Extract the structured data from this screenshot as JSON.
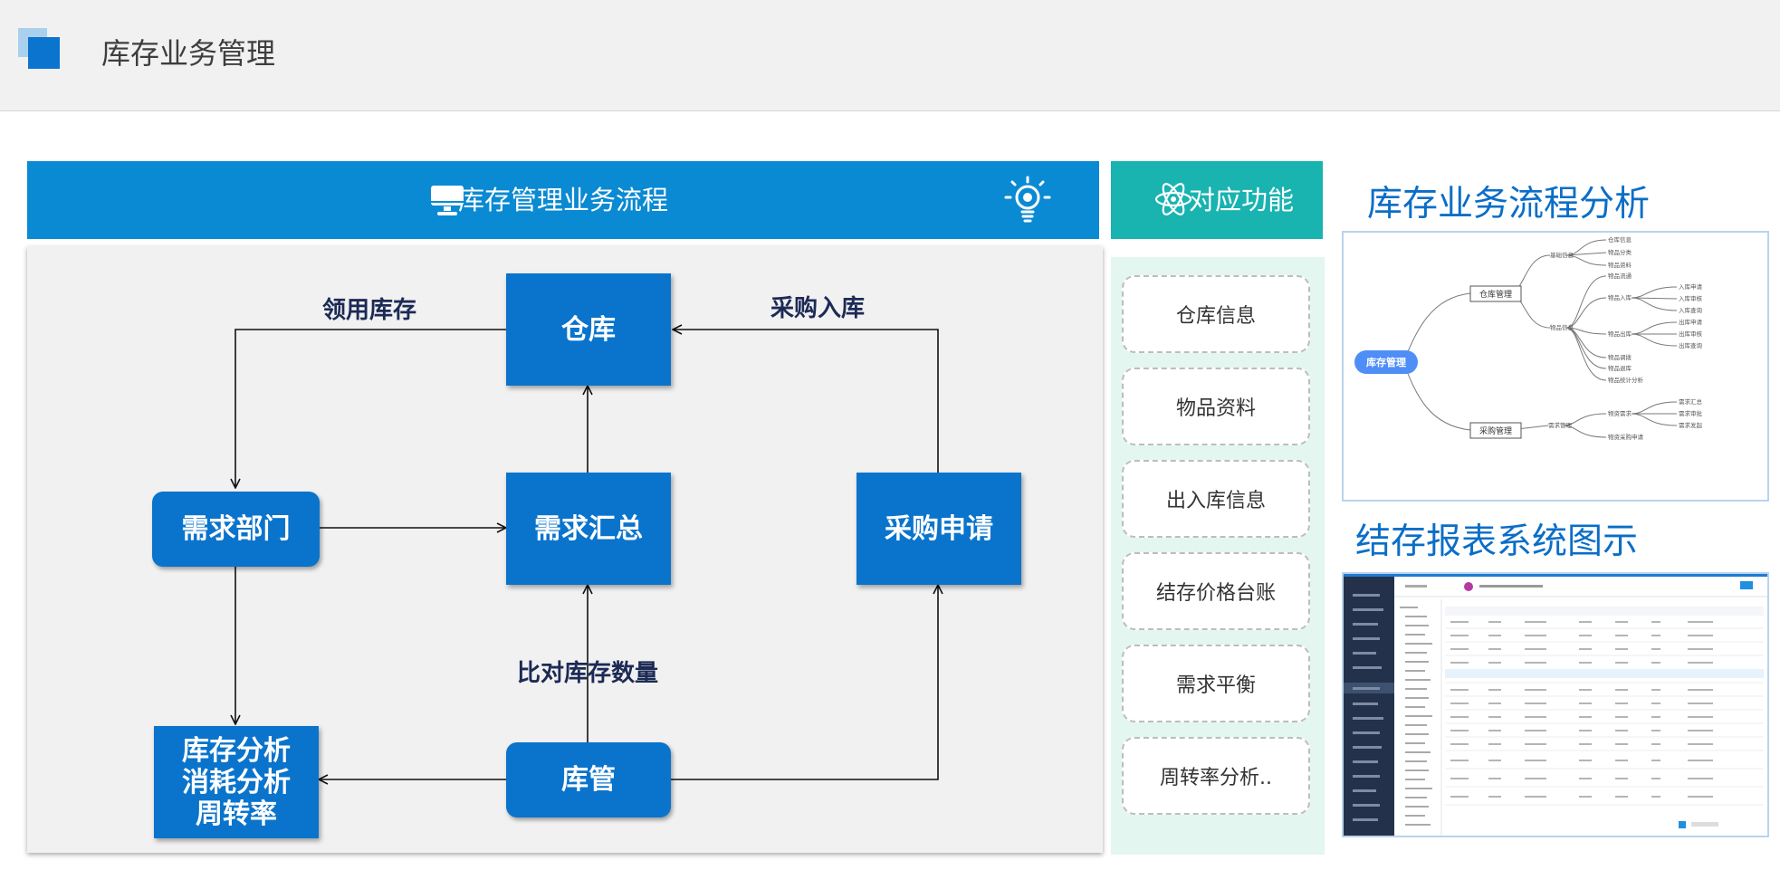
{
  "header": {
    "title": "库存业务管理"
  },
  "flow": {
    "title": "库存管理业务流程",
    "nodes": {
      "warehouse": "仓库",
      "demand_dept": "需求部门",
      "demand_summary": "需求汇总",
      "purchase_request": "采购申请",
      "analysis": "库存分析\n消耗分析\n周转率",
      "keeper": "库管"
    },
    "edge_labels": {
      "issue_stock": "领用库存",
      "purchase_in": "采购入库",
      "compare_qty": "比对库存数量"
    }
  },
  "functions": {
    "title": "对应功能",
    "items": [
      "仓库信息",
      "物品资料",
      "出入库信息",
      "结存价格台账",
      "需求平衡",
      "周转率分析.."
    ]
  },
  "right": {
    "flow_analysis_title": "库存业务流程分析",
    "report_title": "结存报表系统图示",
    "mindmap": {
      "root": "库存管理",
      "branches": [
        "仓库管理",
        "采购管理"
      ],
      "sub_warehouse": [
        "基础信息",
        "物品信息"
      ],
      "leaves_basic": [
        "仓库信息",
        "物品分类",
        "物品资料"
      ],
      "leaves_items": [
        "物品流通",
        "物品入库",
        "物品出库",
        "物品调拨",
        "物品退库",
        "物品统计分析"
      ],
      "leaves_in": [
        "入库申请",
        "入库审核",
        "入库查询"
      ],
      "leaves_out": [
        "出库申请",
        "出库审核",
        "出库查询"
      ],
      "sub_purchase": [
        "需求管理"
      ],
      "leaves_purchase": [
        "物资需求",
        "物资采购申请"
      ],
      "leaves_demand": [
        "需求汇总",
        "需求审批",
        "需求发起"
      ]
    }
  },
  "colors": {
    "primary": "#0a74cc",
    "header_blue": "#0a8ad3",
    "teal": "#19b3b0",
    "title_blue": "#0a6ec7"
  }
}
